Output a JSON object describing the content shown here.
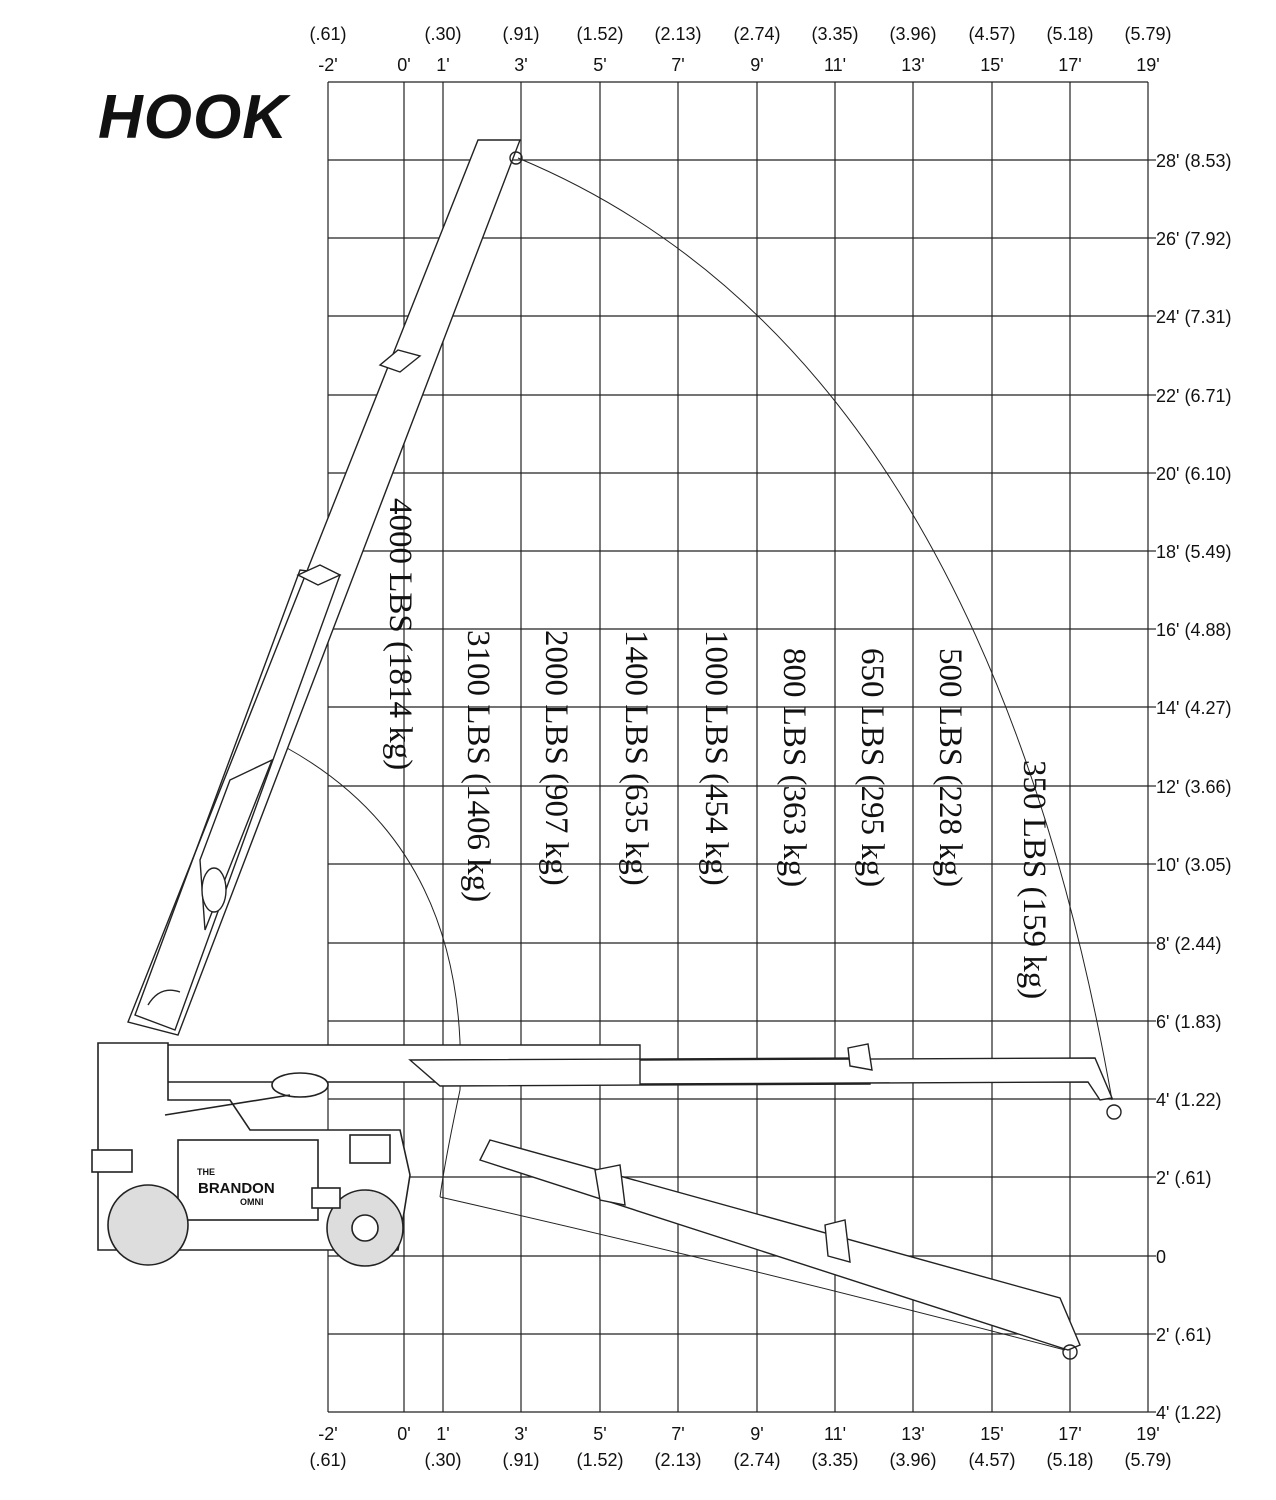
{
  "title": "HOOK",
  "top_axis": [
    {
      "ft": "-2'",
      "m": "(.61)"
    },
    {
      "ft": "0'",
      "m": ""
    },
    {
      "ft": "1'",
      "m": "(.30)"
    },
    {
      "ft": "3'",
      "m": "(.91)"
    },
    {
      "ft": "5'",
      "m": "(1.52)"
    },
    {
      "ft": "7'",
      "m": "(2.13)"
    },
    {
      "ft": "9'",
      "m": "(2.74)"
    },
    {
      "ft": "11'",
      "m": "(3.35)"
    },
    {
      "ft": "13'",
      "m": "(3.96)"
    },
    {
      "ft": "15'",
      "m": "(4.57)"
    },
    {
      "ft": "17'",
      "m": "(5.18)"
    },
    {
      "ft": "19'",
      "m": "(5.79)"
    }
  ],
  "bottom_axis": [
    {
      "ft": "-2'",
      "m": "(.61)"
    },
    {
      "ft": "0'",
      "m": ""
    },
    {
      "ft": "1'",
      "m": "(.30)"
    },
    {
      "ft": "3'",
      "m": "(.91)"
    },
    {
      "ft": "5'",
      "m": "(1.52)"
    },
    {
      "ft": "7'",
      "m": "(2.13)"
    },
    {
      "ft": "9'",
      "m": "(2.74)"
    },
    {
      "ft": "11'",
      "m": "(3.35)"
    },
    {
      "ft": "13'",
      "m": "(3.96)"
    },
    {
      "ft": "15'",
      "m": "(4.57)"
    },
    {
      "ft": "17'",
      "m": "(5.18)"
    },
    {
      "ft": "19'",
      "m": "(5.79)"
    }
  ],
  "right_axis": [
    "28' (8.53)",
    "26' (7.92)",
    "24' (7.31)",
    "22' (6.71)",
    "20' (6.10)",
    "18' (5.49)",
    "16' (4.88)",
    "14' (4.27)",
    "12' (3.66)",
    "10' (3.05)",
    "8' (2.44)",
    "6' (1.83)",
    "4' (1.22)",
    "2' (.61)",
    "0",
    "2' (.61)",
    "4' (1.22)"
  ],
  "capacities": [
    "4000 LBS (1814 kg)",
    "3100 LBS (1406 kg)",
    "2000 LBS (907 kg)",
    "1400 LBS (635 kg)",
    "1000 LBS (454 kg)",
    "800 LBS (363 kg)",
    "650 LBS (295 kg)",
    "500 LBS (228 kg)",
    "350 LBS (159 kg)"
  ],
  "machine_logo": {
    "top": "THE",
    "main": "BRANDON",
    "bottom": "OMNI"
  }
}
